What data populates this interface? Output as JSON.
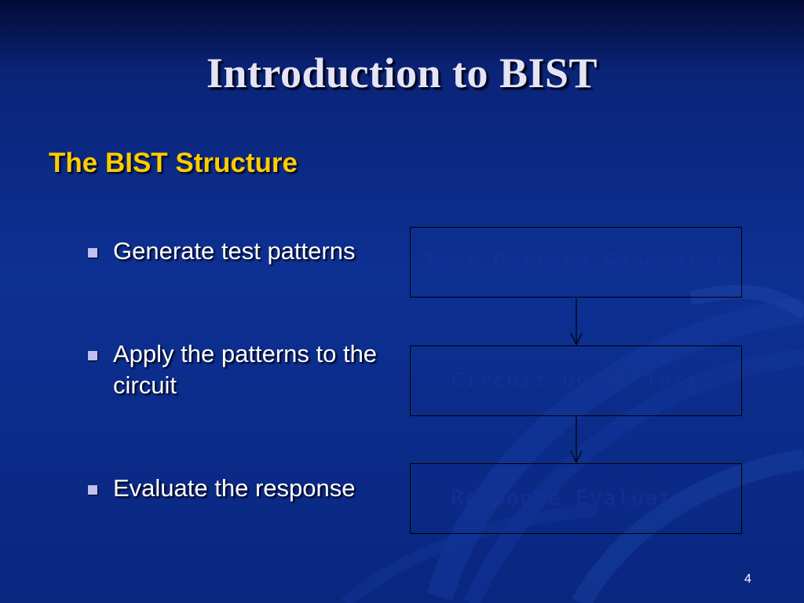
{
  "slide": {
    "title": "Introduction to BIST",
    "subtitle": "The BIST Structure",
    "page_number": "4"
  },
  "bullets": [
    "Generate test patterns",
    "Apply the patterns to the circuit",
    "Evaluate the response"
  ],
  "diagram": {
    "boxes": [
      "Test Pattern Generator",
      "Circuit under Test",
      "Response Evaluator"
    ]
  },
  "colors": {
    "title": "#e4e4f6",
    "subtitle": "#ffcc00",
    "bullet_marker": "#c0c0f0",
    "background": "#0d3093"
  }
}
